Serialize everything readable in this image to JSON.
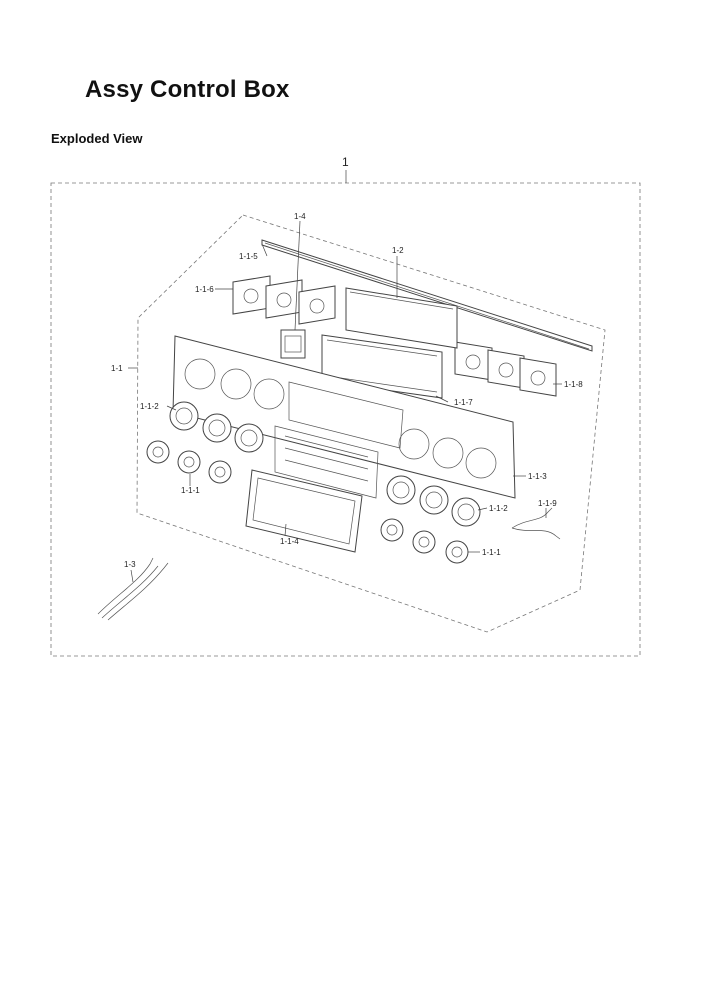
{
  "title": "Assy Control Box",
  "section": "Exploded View",
  "callouts": {
    "assembly": "1",
    "c1_1": "1-1",
    "c1_1_1a": "1-1-1",
    "c1_1_1b": "1-1-1",
    "c1_1_2a": "1-1-2",
    "c1_1_2b": "1-1-2",
    "c1_1_3": "1-1-3",
    "c1_1_4": "1-1-4",
    "c1_1_5": "1-1-5",
    "c1_1_6": "1-1-6",
    "c1_1_7": "1-1-7",
    "c1_1_8": "1-1-8",
    "c1_1_9": "1-1-9",
    "c1_2": "1-2",
    "c1_3": "1-3",
    "c1_4": "1-4"
  }
}
